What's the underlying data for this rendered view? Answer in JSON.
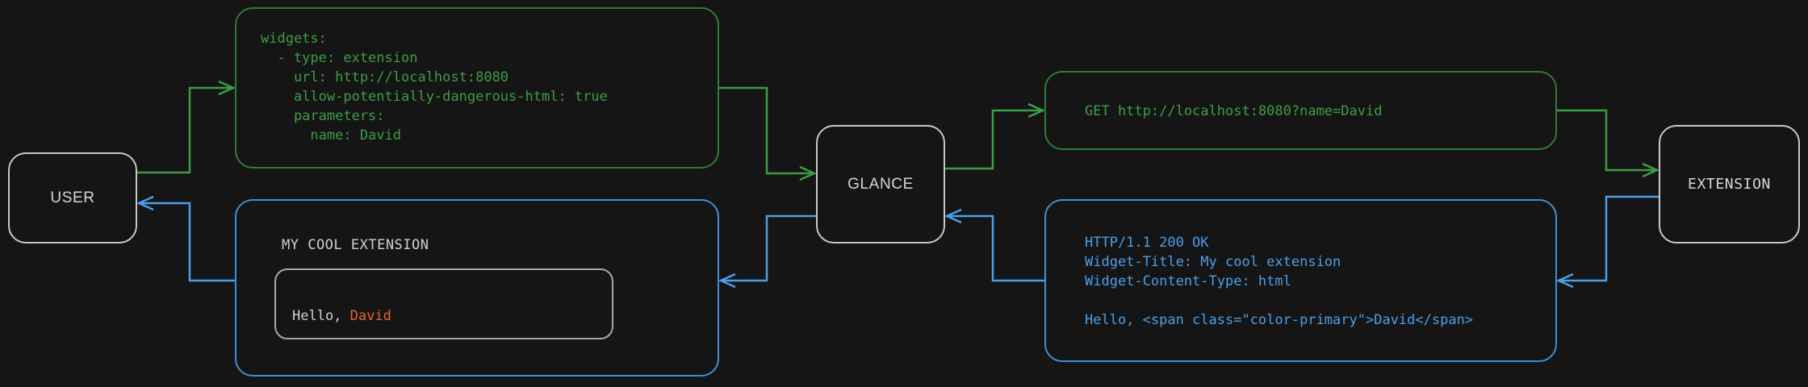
{
  "theme": {
    "background": "#151515",
    "node_border": "#c8c8c8",
    "node_text": "#d6d6d6",
    "green": "#3d9d46",
    "green_border": "#2f7d37",
    "blue": "#4b9fe8",
    "blue_border": "#3f8fd4",
    "accent_orange": "#e8642c",
    "widget_border": "#a8a8a8"
  },
  "nodes": {
    "user": {
      "label": "USER"
    },
    "glance": {
      "label": "GLANCE"
    },
    "extension": {
      "label": "EXTENSION"
    }
  },
  "panels": {
    "yaml_config": {
      "color": "green",
      "text": "widgets:\n  - type: extension\n    url: http://localhost:8080\n    allow-potentially-dangerous-html: true\n    parameters:\n      name: David"
    },
    "http_request": {
      "color": "green",
      "text": "GET http://localhost:8080?name=David"
    },
    "http_response": {
      "color": "blue",
      "text": "HTTP/1.1 200 OK\nWidget-Title: My cool extension\nWidget-Content-Type: html\n\nHello, <span class=\"color-primary\">David</span>"
    },
    "rendered_widget": {
      "color": "blue",
      "title": "MY COOL EXTENSION",
      "body_prefix": "Hello, ",
      "body_accent": "David"
    }
  },
  "connectors": [
    {
      "name": "user-to-yaml",
      "color": "green",
      "from": "user",
      "to": "yaml_config",
      "arrow": "to"
    },
    {
      "name": "yaml-to-glance",
      "color": "green",
      "from": "yaml_config",
      "to": "glance",
      "arrow": "to"
    },
    {
      "name": "glance-to-request",
      "color": "green",
      "from": "glance",
      "to": "http_request",
      "arrow": "to"
    },
    {
      "name": "request-to-extension",
      "color": "green",
      "from": "http_request",
      "to": "extension",
      "arrow": "to"
    },
    {
      "name": "extension-to-response",
      "color": "blue",
      "from": "extension",
      "to": "http_response",
      "arrow": "to"
    },
    {
      "name": "response-to-glance",
      "color": "blue",
      "from": "http_response",
      "to": "glance",
      "arrow": "to"
    },
    {
      "name": "glance-to-widget",
      "color": "blue",
      "from": "glance",
      "to": "rendered_widget",
      "arrow": "to"
    },
    {
      "name": "widget-to-user",
      "color": "blue",
      "from": "rendered_widget",
      "to": "user",
      "arrow": "to"
    }
  ]
}
